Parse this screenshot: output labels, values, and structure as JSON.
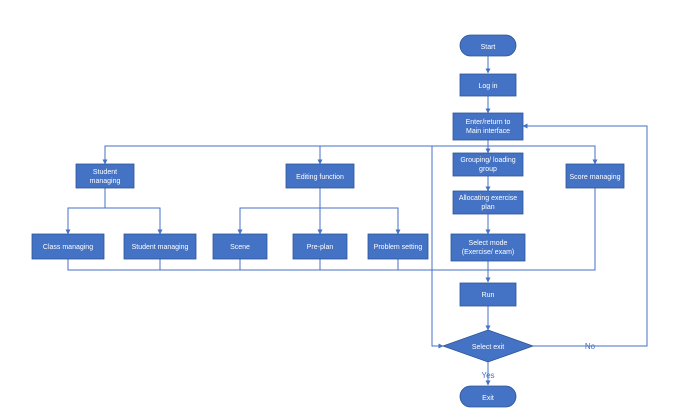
{
  "diagram": {
    "nodes": {
      "start": "Start",
      "login": "Log in",
      "main_interface": [
        "Enter/return to",
        "Main interface"
      ],
      "student_managing": [
        "Student",
        "managing"
      ],
      "editing_function": "Editing function",
      "grouping": [
        "Grouping/ loading",
        "group"
      ],
      "score_managing": "Score managing",
      "allocating": [
        "Allocating exercise",
        "plan"
      ],
      "class_managing": "Class managing",
      "student_managing_sub": "Student managing",
      "scene": "Scene",
      "pre_plan": "Pre-plan",
      "problem_setting": "Problem setting",
      "select_mode": [
        "Select mode",
        "(Exercise/ exam)"
      ],
      "run": "Run",
      "select_exit": "Select exit",
      "exit": "Exit"
    },
    "edge_labels": {
      "yes": "Yes",
      "no": "No"
    },
    "colors": {
      "box_fill": "#4472C4",
      "box_stroke": "#2F5597",
      "line": "#4472C4",
      "text": "#ffffff"
    }
  }
}
